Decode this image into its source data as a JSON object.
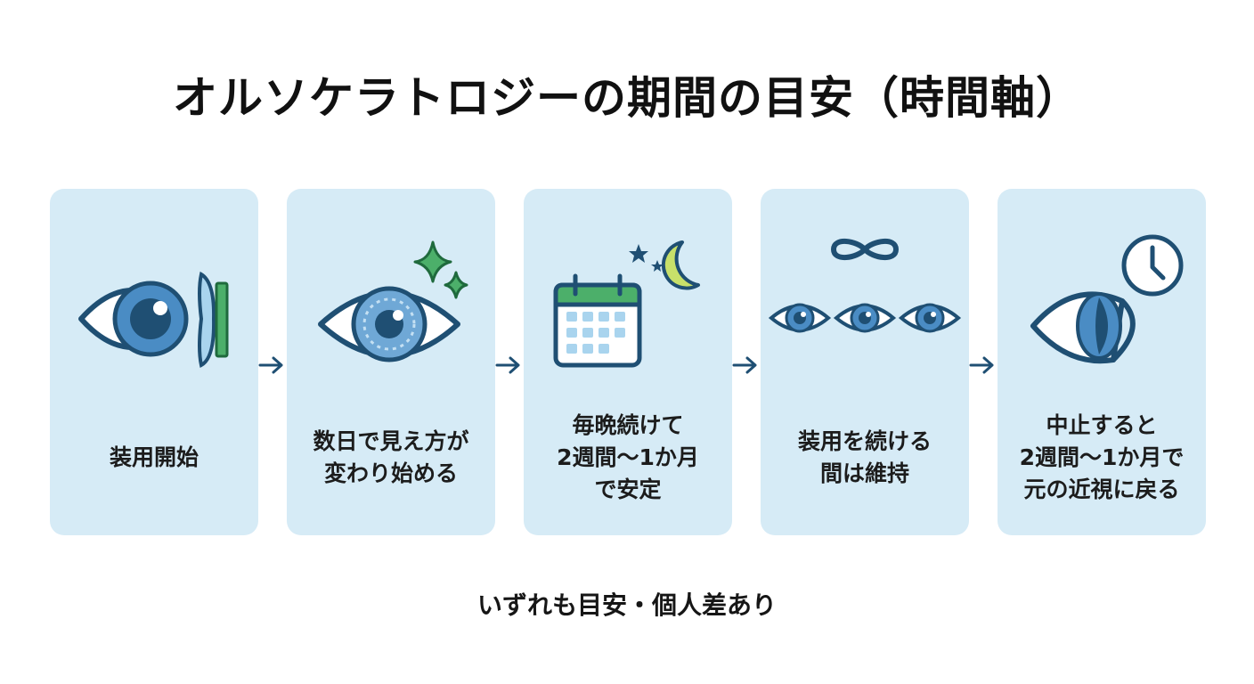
{
  "title": "オルソケラトロジーの期間の目安（時間軸）",
  "steps": [
    {
      "lines": [
        "装用開始"
      ],
      "icon": "eye-with-lens-icon"
    },
    {
      "lines": [
        "数日で見え方が",
        "変わり始める"
      ],
      "icon": "eye-with-sparkles-icon"
    },
    {
      "lines": [
        "毎晩続けて",
        "2週間〜1か月",
        "で安定"
      ],
      "icon": "calendar-moon-icon"
    },
    {
      "lines": [
        "装用を続ける",
        "間は維持"
      ],
      "icon": "infinity-eyes-icon"
    },
    {
      "lines": [
        "中止すると",
        "2週間〜1か月で",
        "元の近視に戻る"
      ],
      "icon": "eye-clock-icon"
    }
  ],
  "footnote": "いずれも目安・個人差あり",
  "colors": {
    "card": "#d6ebf6",
    "outline": "#1f4f73",
    "iris": "#4a8cc4",
    "accent_green": "#4caf6a",
    "moon": "#c8e06a"
  }
}
